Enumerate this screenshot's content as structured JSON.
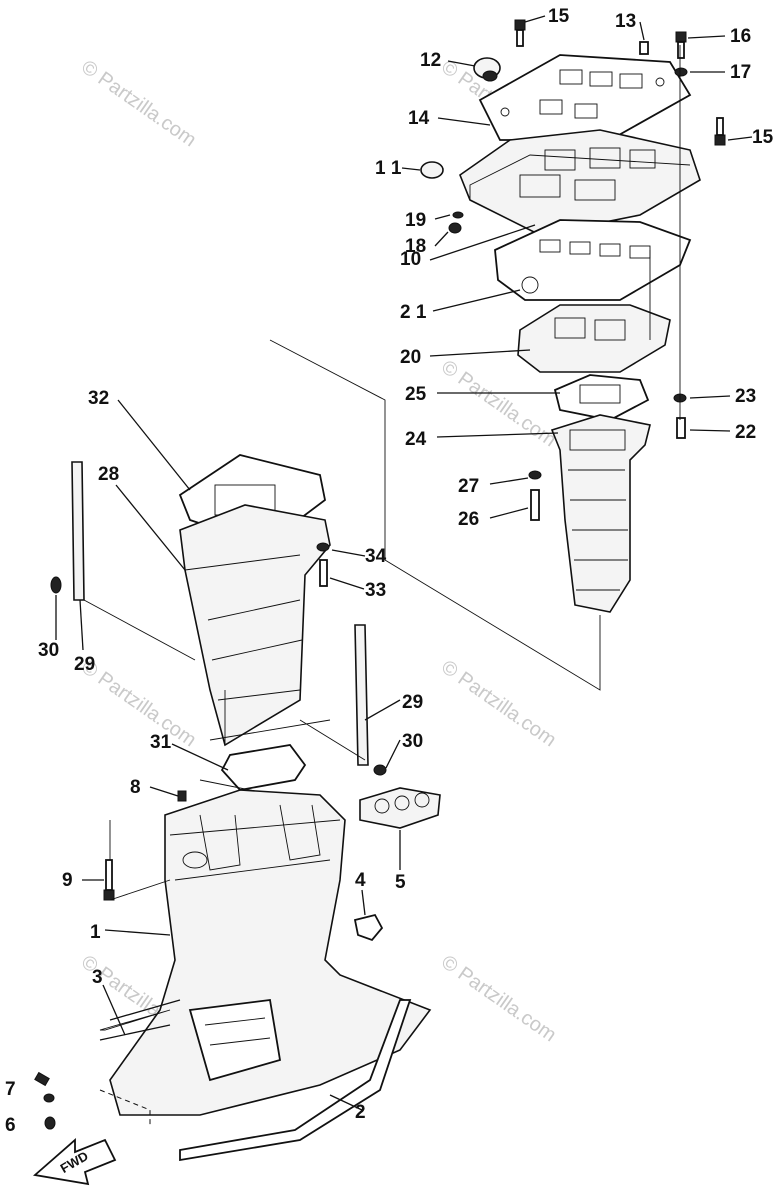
{
  "watermarks": [
    "© Partzilla.com",
    "© Partzilla.com",
    "© Partzilla.com",
    "© Partzilla.com",
    "© Partzilla.com",
    "© Partzilla.com",
    "© Partzilla.com"
  ],
  "fwd_label": "FWD",
  "callouts": [
    {
      "id": "1",
      "text": "1"
    },
    {
      "id": "2",
      "text": "2"
    },
    {
      "id": "3",
      "text": "3"
    },
    {
      "id": "4",
      "text": "4"
    },
    {
      "id": "5",
      "text": "5"
    },
    {
      "id": "6",
      "text": "6"
    },
    {
      "id": "7",
      "text": "7"
    },
    {
      "id": "8",
      "text": "8"
    },
    {
      "id": "9",
      "text": "9"
    },
    {
      "id": "10",
      "text": "10"
    },
    {
      "id": "11",
      "text": "1 1"
    },
    {
      "id": "12",
      "text": "12"
    },
    {
      "id": "13",
      "text": "13"
    },
    {
      "id": "14",
      "text": "14"
    },
    {
      "id": "15a",
      "text": "15"
    },
    {
      "id": "15b",
      "text": "15"
    },
    {
      "id": "16",
      "text": "16"
    },
    {
      "id": "17",
      "text": "17"
    },
    {
      "id": "18",
      "text": "18"
    },
    {
      "id": "19",
      "text": "19"
    },
    {
      "id": "20",
      "text": "20"
    },
    {
      "id": "21",
      "text": "2 1"
    },
    {
      "id": "22",
      "text": "22"
    },
    {
      "id": "23",
      "text": "23"
    },
    {
      "id": "24",
      "text": "24"
    },
    {
      "id": "25",
      "text": "25"
    },
    {
      "id": "26",
      "text": "26"
    },
    {
      "id": "27",
      "text": "27"
    },
    {
      "id": "28",
      "text": "28"
    },
    {
      "id": "29a",
      "text": "29"
    },
    {
      "id": "29b",
      "text": "29"
    },
    {
      "id": "30a",
      "text": "30"
    },
    {
      "id": "30b",
      "text": "30"
    },
    {
      "id": "31",
      "text": "31"
    },
    {
      "id": "32",
      "text": "32"
    },
    {
      "id": "33",
      "text": "33"
    },
    {
      "id": "34",
      "text": "34"
    }
  ]
}
